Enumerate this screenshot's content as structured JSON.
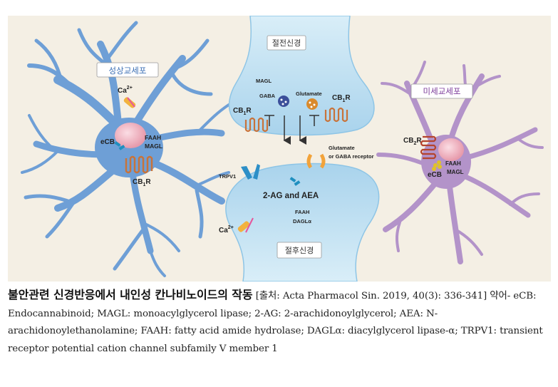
{
  "figure": {
    "labels": {
      "astrocyte": "성상교세포",
      "microglia": "미세교세포",
      "presynaptic": "절전신경",
      "postsynaptic": "절후신경",
      "ca_left": "Ca",
      "ca_sup_left": "2+",
      "ecb_left": "eCB",
      "faah_left": "FAAH",
      "magl_left": "MAGL",
      "cb1r_left": "CB",
      "cb1r_left_sub": "1",
      "cb1r_left_r": "R",
      "magl_pre": "MAGL",
      "gaba": "GABA",
      "glutamate": "Glutamate",
      "cb1r_pre_left": "CB",
      "cb1r_pre_left_sub": "1",
      "cb1r_pre_left_r": "R",
      "cb1r_pre_right": "CB",
      "cb1r_pre_right_sub": "1",
      "cb1r_pre_right_r": "R",
      "receptor_line1": "Glutamate",
      "receptor_line2": "or GABA receptor",
      "trpv1": "TRPV1",
      "agaea": "2-AG and AEA",
      "faah_post": "FAAH",
      "dagl_post": "DAGLα",
      "ca_post": "Ca",
      "ca_post_sup": "2+",
      "cb2r": "CB",
      "cb2r_sub": "2",
      "cb2r_r": "R",
      "faah_micro": "FAAH",
      "ecb_micro": "eCB",
      "magl_micro": "MAGL"
    }
  },
  "caption": {
    "title": "불안관련 신경반응에서 내인성 칸나비노이드의 작동",
    "body": " [출처: Acta Pharmacol Sin. 2019, 40(3): 336-341] 약어- eCB: Endocannabinoid; MAGL: monoacylglycerol lipase; 2-AG: 2-arachidonoylglycerol; AEA: N-arachidonoylethanolamine; FAAH: fatty acid amide hydrolase; DAGLα: diacylglycerol lipase-α; TRPV1: transient receptor potential cation channel subfamily V member 1"
  },
  "colors": {
    "background": "#f4efe4",
    "astrocyte": "#6e9fd6",
    "microglia": "#b393c9",
    "neuron": "#bfe0f3",
    "nucleus": "#f1b7c4",
    "receptor": "#c8733a"
  }
}
